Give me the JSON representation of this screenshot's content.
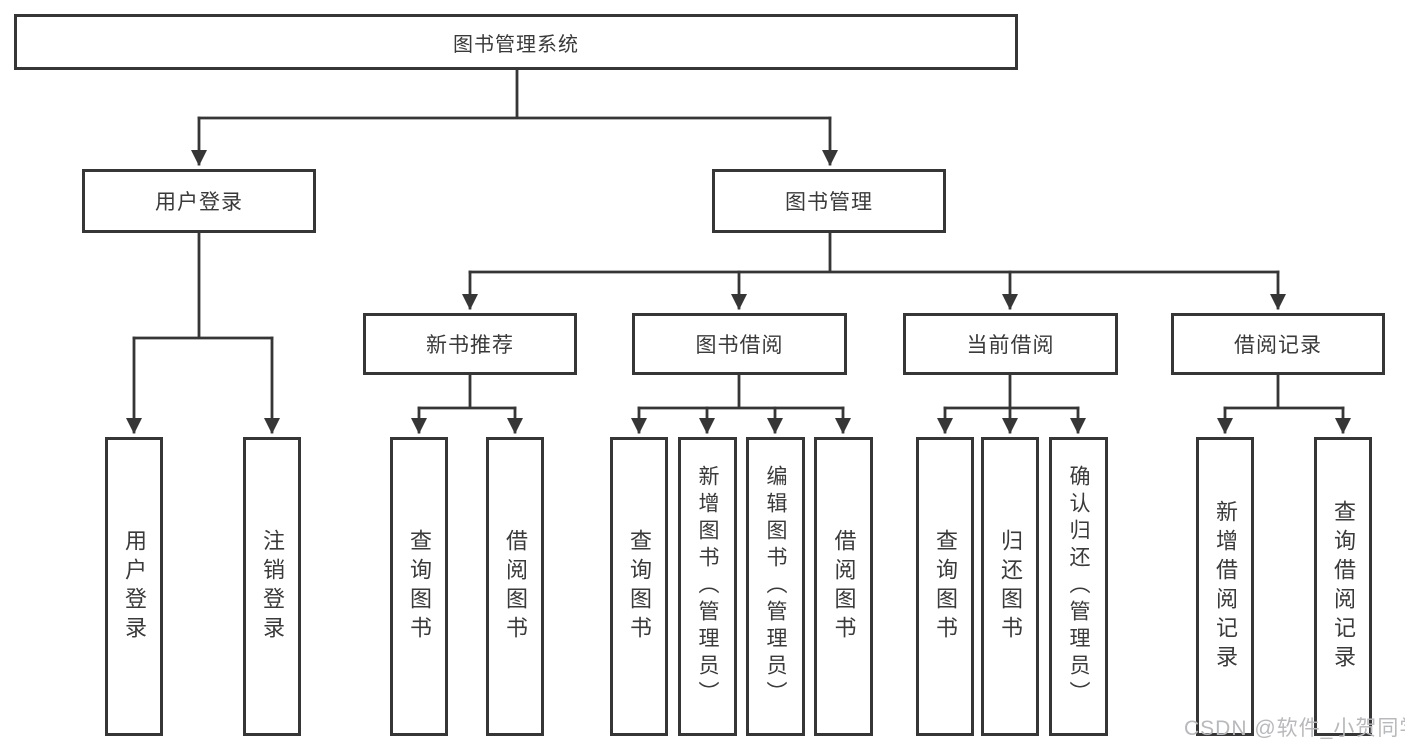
{
  "diagram": {
    "type": "tree",
    "hierarchy": {
      "label": "图书管理系统",
      "children": [
        {
          "label": "用户登录",
          "children": [
            {
              "label": "用户登录"
            },
            {
              "label": "注销登录"
            }
          ]
        },
        {
          "label": "图书管理",
          "children": [
            {
              "label": "新书推荐",
              "children": [
                {
                  "label": "查询图书"
                },
                {
                  "label": "借阅图书"
                }
              ]
            },
            {
              "label": "图书借阅",
              "children": [
                {
                  "label": "查询图书"
                },
                {
                  "label": "新增图书（管理员）"
                },
                {
                  "label": "编辑图书（管理员）"
                },
                {
                  "label": "借阅图书"
                }
              ]
            },
            {
              "label": "当前借阅",
              "children": [
                {
                  "label": "查询图书"
                },
                {
                  "label": "归还图书"
                },
                {
                  "label": "确认归还（管理员）"
                }
              ]
            },
            {
              "label": "借阅记录",
              "children": [
                {
                  "label": "新增借阅记录"
                },
                {
                  "label": "查询借阅记录"
                }
              ]
            }
          ]
        }
      ]
    }
  },
  "watermark": {
    "text": "CSDN @软件_小贺同学"
  },
  "colors": {
    "line": "#363636",
    "box_border": "#363636",
    "text": "#3a3a3a",
    "watermark": "#b7b9bc",
    "background": "#ffffff"
  }
}
